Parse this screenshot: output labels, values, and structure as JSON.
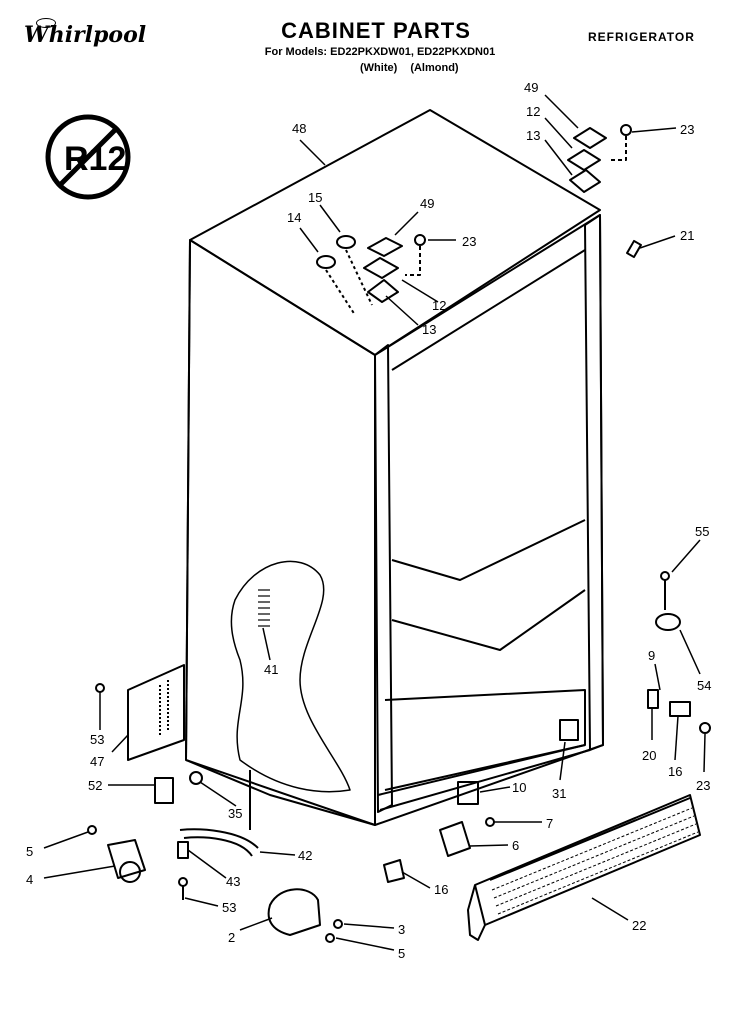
{
  "header": {
    "brand_logo": "Whirlpool",
    "title": "CABINET PARTS",
    "models_line": "For Models: ED22PKXDW01, ED22PKXDN01",
    "color_white": "(White)",
    "color_almond": "(Almond)",
    "appliance": "REFRIGERATOR"
  },
  "r12_badge": "R12",
  "callouts": [
    "48",
    "14",
    "15",
    "49",
    "23",
    "12",
    "13",
    "49",
    "12",
    "13",
    "23",
    "21",
    "55",
    "9",
    "54",
    "41",
    "53",
    "47",
    "52",
    "35",
    "20",
    "16",
    "23",
    "10",
    "31",
    "7",
    "6",
    "5",
    "4",
    "43",
    "42",
    "53",
    "16",
    "22",
    "2",
    "3",
    "5"
  ],
  "colors": {
    "ink": "#000000",
    "paper": "#ffffff"
  }
}
